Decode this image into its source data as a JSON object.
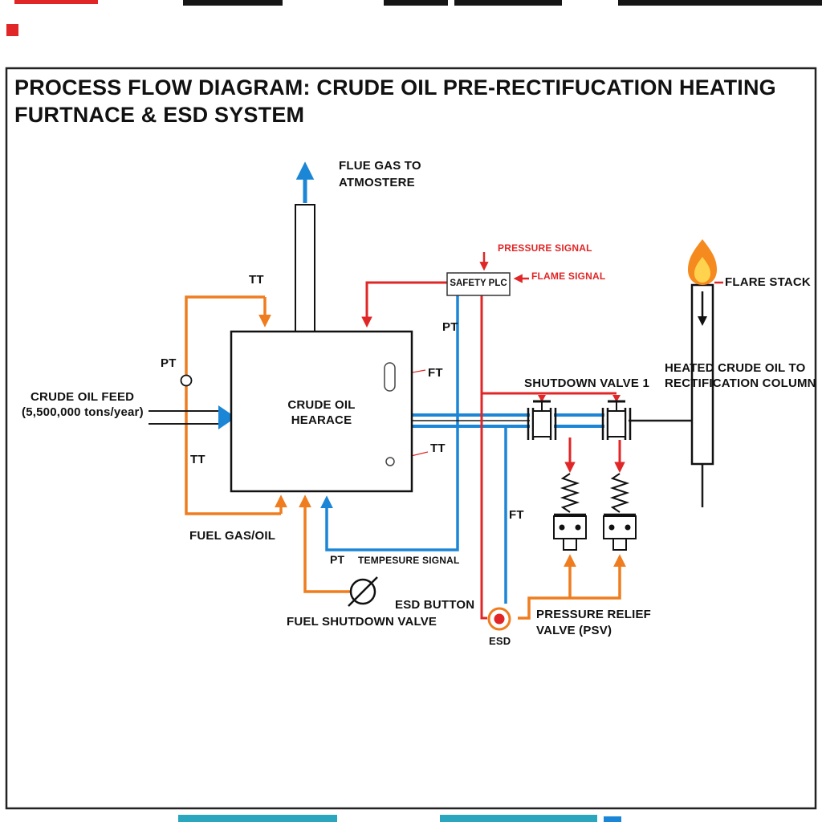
{
  "colors": {
    "process_blue": "#1c86d6",
    "signal_red": "#e02626",
    "fuel_orange": "#ef7d1f",
    "line_black": "#1a1a1a",
    "edge_teal": "#2aa7bf",
    "flame_orange": "#f58a1f",
    "flame_yellow": "#ffd34d"
  },
  "title": {
    "line1": "PROCESS FLOW DIAGRAM: CRUDE OIL PRE-RECTIFUCATION HEATING",
    "line2": "FURTNACE & ESD SYSTEM"
  },
  "labels": {
    "flue_gas_line1": "FLUE GAS TO",
    "flue_gas_line2": "ATMOSTERE",
    "crude_feed_line1": "CRUDE OIL FEED",
    "crude_feed_line2": "(5,500,000 tons/year)",
    "pt_left": "PT",
    "tt_top": "TT",
    "tt_left": "TT",
    "fuel_gas_oil": "FUEL GAS/OIL",
    "furnace_line1": "CRUDE OIL",
    "furnace_line2": "HEARACE",
    "safety_plc": "SAFETY PLC",
    "pressure_signal": "PRESSURE SIGNAL",
    "flame_signal": "FLAME SIGNAL",
    "pt_mid": "PT",
    "ft_mid": "FT",
    "tt_right": "TT",
    "shutdown_valve": "SHUTDOWN VALVE 1",
    "heated_crude_line1": "HEATED CRUDE OIL TO",
    "heated_crude_line2": "RECTIFICATION COLUMN",
    "flare_stack": "FLARE STACK",
    "ft_lower": "FT",
    "pt_fuel": "PT",
    "tempesure_signal": "TEMPESURE SIGNAL",
    "esd_button": "ESD BUTTON",
    "fuel_shutdown_valve": "FUEL SHUTDOWN VALVE",
    "esd": "ESD",
    "psv_line1": "PRESSURE RELIEF",
    "psv_line2": "VALVE (PSV)"
  }
}
